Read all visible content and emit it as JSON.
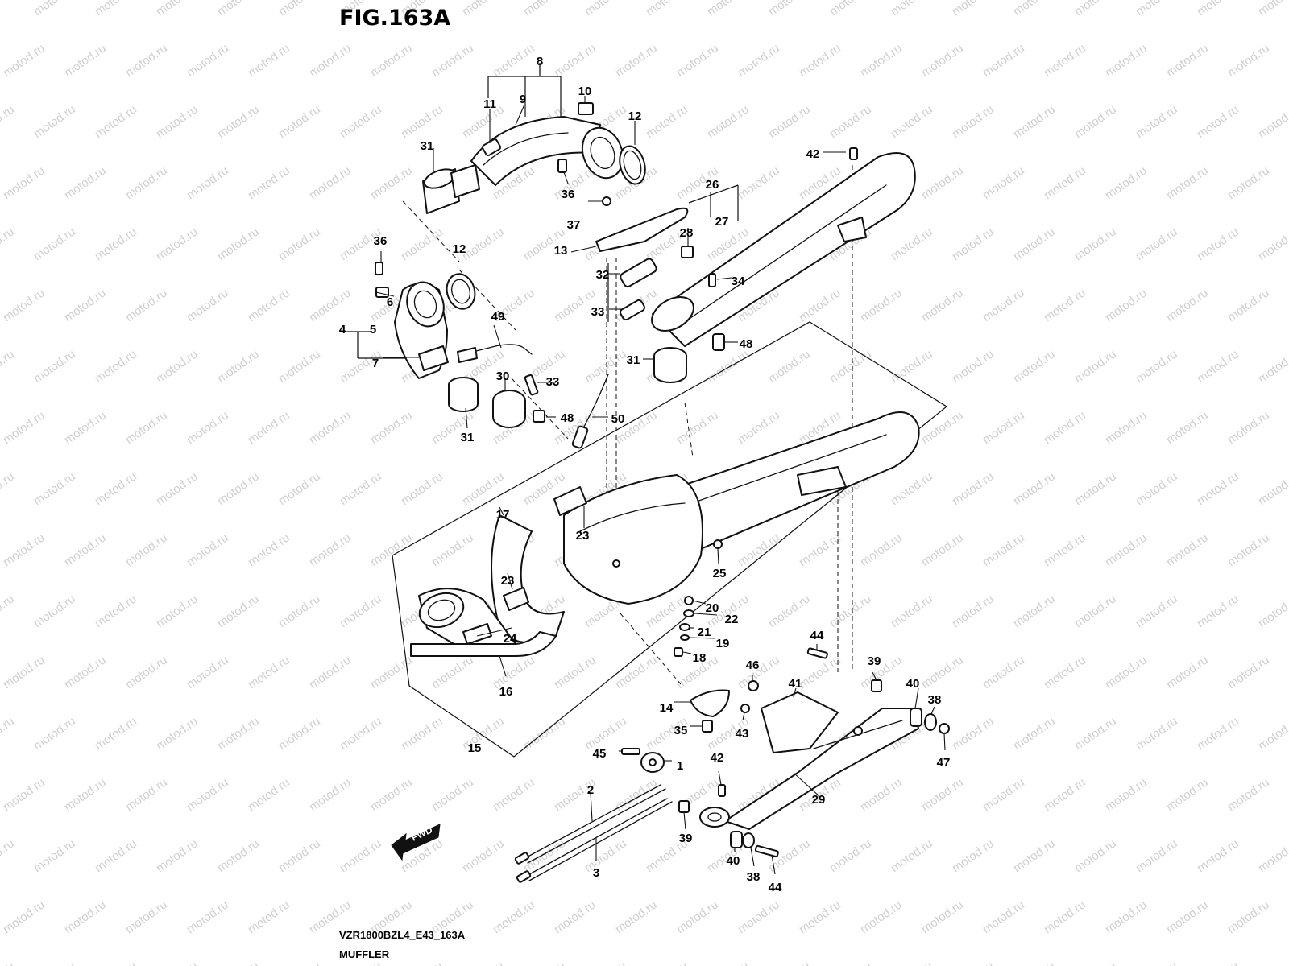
{
  "figure": {
    "title": "FIG.163A",
    "model_code": "VZR1800BZL4_E43_163A",
    "section_name": "MUFFLER",
    "watermark_text": "motod.ru",
    "forward_arrow_label": "FWD"
  },
  "callouts": [
    {
      "label": "1"
    },
    {
      "label": "2"
    },
    {
      "label": "3"
    },
    {
      "label": "4"
    },
    {
      "label": "5"
    },
    {
      "label": "6"
    },
    {
      "label": "7"
    },
    {
      "label": "8"
    },
    {
      "label": "9"
    },
    {
      "label": "10"
    },
    {
      "label": "11"
    },
    {
      "label": "12"
    },
    {
      "label": "12"
    },
    {
      "label": "13"
    },
    {
      "label": "14"
    },
    {
      "label": "15"
    },
    {
      "label": "16"
    },
    {
      "label": "17"
    },
    {
      "label": "18"
    },
    {
      "label": "19"
    },
    {
      "label": "20"
    },
    {
      "label": "21"
    },
    {
      "label": "22"
    },
    {
      "label": "23"
    },
    {
      "label": "23"
    },
    {
      "label": "24"
    },
    {
      "label": "25"
    },
    {
      "label": "26"
    },
    {
      "label": "27"
    },
    {
      "label": "28"
    },
    {
      "label": "29"
    },
    {
      "label": "30"
    },
    {
      "label": "31"
    },
    {
      "label": "31"
    },
    {
      "label": "31"
    },
    {
      "label": "32"
    },
    {
      "label": "33"
    },
    {
      "label": "33"
    },
    {
      "label": "34"
    },
    {
      "label": "35"
    },
    {
      "label": "36"
    },
    {
      "label": "36"
    },
    {
      "label": "37"
    },
    {
      "label": "38"
    },
    {
      "label": "38"
    },
    {
      "label": "39"
    },
    {
      "label": "39"
    },
    {
      "label": "40"
    },
    {
      "label": "40"
    },
    {
      "label": "41"
    },
    {
      "label": "42"
    },
    {
      "label": "42"
    },
    {
      "label": "43"
    },
    {
      "label": "44"
    },
    {
      "label": "44"
    },
    {
      "label": "45"
    },
    {
      "label": "46"
    },
    {
      "label": "47"
    },
    {
      "label": "48"
    },
    {
      "label": "48"
    },
    {
      "label": "49"
    },
    {
      "label": "50"
    }
  ],
  "colors": {
    "line": "#111111",
    "background": "#ffffff",
    "watermark": "#d0d0d0"
  }
}
